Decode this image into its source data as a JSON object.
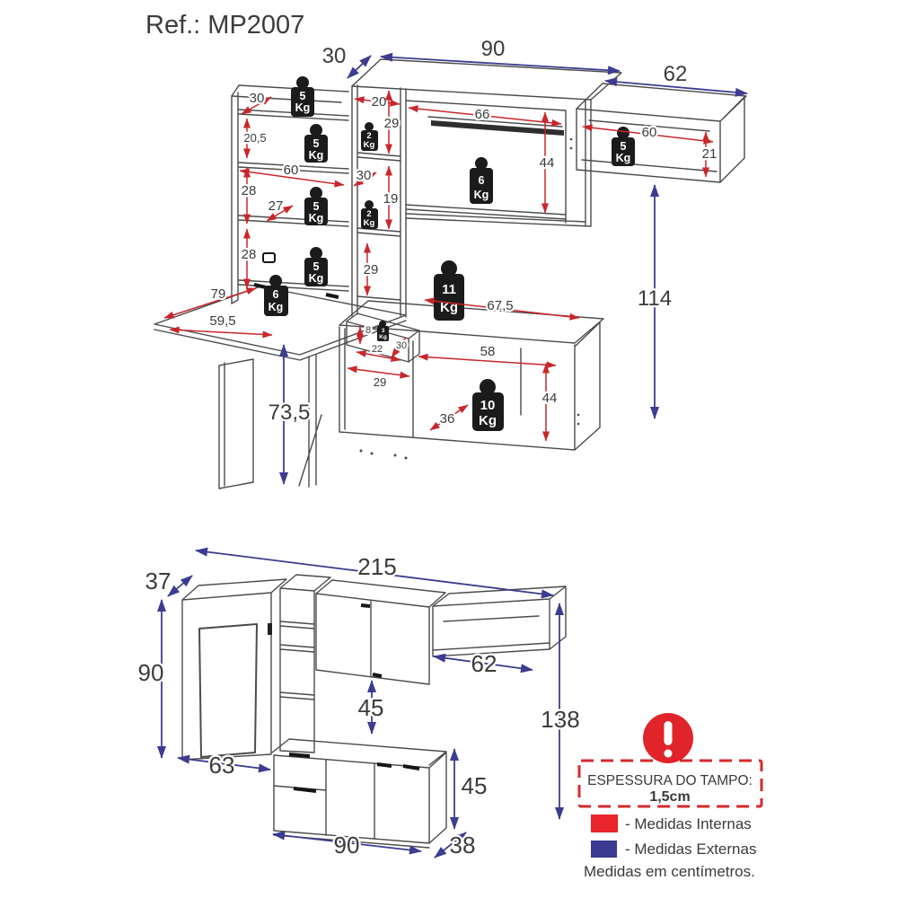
{
  "title": "Ref.: MP2007",
  "kg_label": "Kg",
  "colors": {
    "internal_measure_red": "#c9262b",
    "external_measure_blue": "#3c3c90",
    "legend_red": "#e8252a",
    "legend_blue": "#3a3a90",
    "drawing_line": "#4b4b4b"
  },
  "top_view": {
    "external_dims": {
      "depth_top": "30",
      "width_top": "90",
      "shelf_width": "62",
      "height_right": "114",
      "table_height": "73,5"
    },
    "internal_dims": {
      "shelf_depth": "30",
      "shelf_gap_top": "20,5",
      "shelf_width": "60",
      "shelf_gap_mid": "28",
      "shelf_depth_mid": "27",
      "shelf_gap_bottom": "28",
      "table_length": "79",
      "table_width": "59,5",
      "col_width": "20",
      "col_h1": "29",
      "col_depth": "30",
      "col_h2": "19",
      "col_h3": "29",
      "cabinet_opening_width": "66",
      "cabinet_opening_height": "44",
      "right_shelf_width": "60",
      "right_shelf_height": "21",
      "counter_width": "67,5",
      "drawer_height": "8",
      "drawer_width": "22",
      "drawer_depth": "30",
      "base_left_width": "29",
      "base_opening_width": "58",
      "base_depth": "36",
      "base_height": "44"
    },
    "weights": {
      "shelf1": "5",
      "shelf2": "5",
      "shelf3": "5",
      "shelf4": "5",
      "table": "6",
      "col1": "2",
      "col2": "2",
      "cabinet": "6",
      "right_shelf": "5",
      "counter": "11",
      "drawer": "3",
      "base": "10"
    }
  },
  "bottom_view": {
    "external_dims": {
      "total_width": "215",
      "depth_left": "37",
      "height_left": "90",
      "table_width": "63",
      "gap_mid": "45",
      "shelf_width": "62",
      "total_height": "138",
      "base_height": "45",
      "base_width": "90",
      "base_depth": "38"
    }
  },
  "legend": {
    "board_title": "ESPESSURA DO TAMPO:",
    "board_value": "1,5cm",
    "internal_label": "- Medidas Internas",
    "external_label": "- Medidas Externas",
    "units_note": "Medidas em centímetros."
  }
}
